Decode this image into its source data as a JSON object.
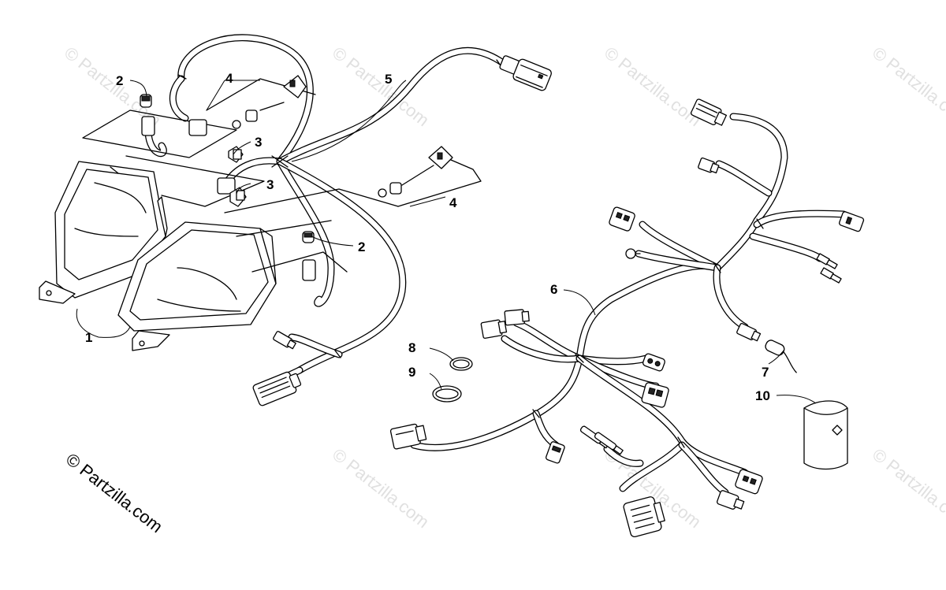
{
  "watermark": "© Partzilla.com",
  "credit": "© Partzilla.com",
  "callouts": [
    "1",
    "2",
    "2",
    "3",
    "3",
    "4",
    "4",
    "5",
    "6",
    "7",
    "8",
    "9",
    "10"
  ]
}
